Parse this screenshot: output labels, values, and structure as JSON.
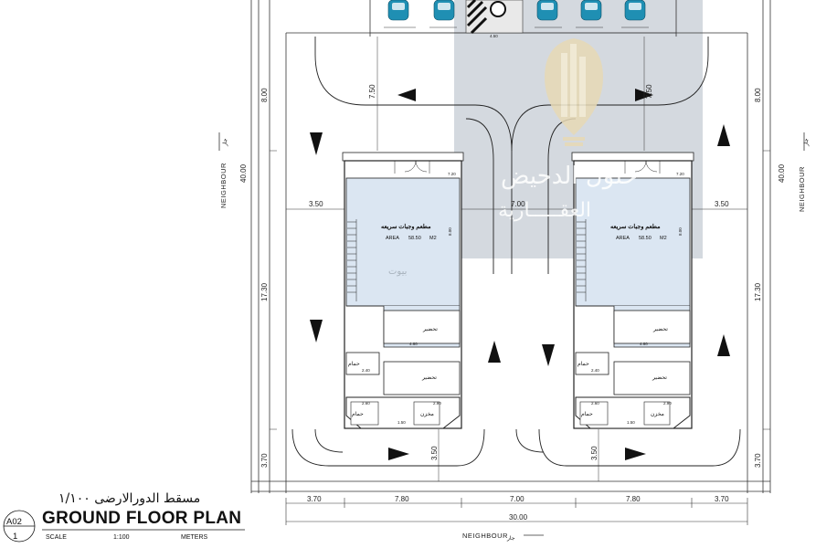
{
  "title": {
    "arabic": "مسقط الدورالارضى ١/١٠٠",
    "main": "GROUND FLOOR PLAN",
    "scale_label": "SCALE",
    "scale_value": "1:100",
    "units": "METERS",
    "sheet_code": "A02",
    "sheet_number": "1"
  },
  "neighbour": {
    "label_en": "NEIGHBOUR",
    "label_ar": "جار"
  },
  "dimensions": {
    "total_width": "30.00",
    "total_depth": "40.00",
    "bottom_chain": [
      "3.70",
      "7.80",
      "7.00",
      "7.80",
      "3.70"
    ],
    "side_chain": [
      "8.00",
      "17.30",
      "3.70"
    ],
    "setback_side": "3.50",
    "setback_front": "3.50",
    "between_units": "7.00",
    "drive_width": "7.50",
    "inner_small": "7.20",
    "parking": [
      "4.50"
    ]
  },
  "units": [
    {
      "restaurant_label": "مطعم وجبات سريعه",
      "area_label": "AREA",
      "area_value": "58.50",
      "area_unit": "M2",
      "prep_label": "تحضير",
      "prep_label_2": "تحضير",
      "bath_label": "حمام",
      "bath_label_2": "حمام",
      "store_label": "مخزن",
      "dims": [
        "4.60",
        "2.40",
        "3.00",
        "1.50",
        "2.90",
        "2.60",
        "8.00"
      ]
    },
    {
      "restaurant_label": "مطعم وجبات سريعه",
      "area_label": "AREA",
      "area_value": "58.50",
      "area_unit": "M2",
      "prep_label": "تحضير",
      "prep_label_2": "تحضير",
      "bath_label": "حمام",
      "bath_label_2": "حمام",
      "store_label": "مخزن",
      "dims": [
        "4.60",
        "2.40",
        "3.00",
        "1.50",
        "2.90",
        "2.60",
        "8.00"
      ]
    }
  ],
  "watermark": {
    "line1": "حلول الدحيض",
    "line2": "العقـــــارية",
    "faint": "بيوت"
  },
  "colors": {
    "line": "#222222",
    "room_fill": "#dbe6f2",
    "watermark_bg": "#c9cfd6",
    "watermark_gold": "#e7d9b5",
    "car": "#1f8fb3"
  }
}
